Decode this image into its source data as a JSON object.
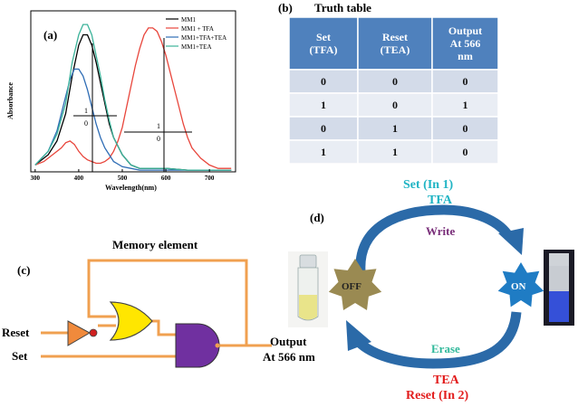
{
  "panels": {
    "a": "(a)",
    "b": "(b)",
    "c": "(c)",
    "d": "(d)"
  },
  "chart_data": {
    "type": "line",
    "xlabel": "Wavelength(nm)",
    "ylabel": "Absorbance",
    "xlim": [
      290,
      760
    ],
    "ylim": [
      0,
      0.47
    ],
    "xticks": [
      300,
      400,
      500,
      600,
      700
    ],
    "xtick_labels": [
      "300",
      "400",
      "500",
      "600",
      "700"
    ],
    "legend_position": "top-right",
    "series": [
      {
        "name": "MM1",
        "color": "#000000",
        "x": [
          300,
          330,
          350,
          370,
          385,
          400,
          410,
          420,
          430,
          440,
          450,
          460,
          470,
          480,
          500,
          520,
          540,
          560,
          600,
          650,
          700,
          750
        ],
        "y": [
          0.02,
          0.05,
          0.09,
          0.17,
          0.28,
          0.37,
          0.4,
          0.4,
          0.37,
          0.32,
          0.26,
          0.2,
          0.14,
          0.1,
          0.05,
          0.02,
          0.01,
          0.01,
          0.01,
          0.005,
          0.005,
          0.005
        ]
      },
      {
        "name": "MM1 + TFA",
        "color": "#e8463c",
        "x": [
          300,
          320,
          340,
          360,
          370,
          380,
          390,
          400,
          410,
          420,
          430,
          440,
          450,
          460,
          470,
          480,
          490,
          500,
          510,
          520,
          530,
          540,
          550,
          560,
          570,
          580,
          590,
          600,
          610,
          620,
          630,
          640,
          650,
          660,
          680,
          700,
          720,
          750
        ],
        "y": [
          0.02,
          0.03,
          0.05,
          0.07,
          0.085,
          0.09,
          0.08,
          0.06,
          0.045,
          0.035,
          0.03,
          0.025,
          0.025,
          0.03,
          0.04,
          0.06,
          0.09,
          0.13,
          0.19,
          0.25,
          0.31,
          0.36,
          0.4,
          0.42,
          0.42,
          0.41,
          0.38,
          0.34,
          0.29,
          0.24,
          0.19,
          0.14,
          0.1,
          0.07,
          0.04,
          0.02,
          0.01,
          0.01
        ]
      },
      {
        "name": "MM1+TFA+TEA",
        "color": "#2f6db5",
        "x": [
          300,
          330,
          350,
          370,
          380,
          390,
          400,
          410,
          420,
          430,
          440,
          450,
          460,
          470,
          480,
          500,
          520,
          540,
          560,
          600,
          650,
          700,
          750
        ],
        "y": [
          0.02,
          0.06,
          0.12,
          0.22,
          0.27,
          0.3,
          0.3,
          0.28,
          0.24,
          0.19,
          0.14,
          0.1,
          0.07,
          0.05,
          0.03,
          0.015,
          0.01,
          0.005,
          0.005,
          0.005,
          0.005,
          0.005,
          0.005
        ]
      },
      {
        "name": "MM1+TEA",
        "color": "#3cb39a",
        "x": [
          300,
          330,
          350,
          370,
          385,
          400,
          410,
          420,
          430,
          440,
          450,
          460,
          470,
          480,
          500,
          520,
          540,
          560,
          600,
          650,
          700,
          750
        ],
        "y": [
          0.02,
          0.06,
          0.11,
          0.2,
          0.32,
          0.4,
          0.43,
          0.43,
          0.4,
          0.34,
          0.28,
          0.21,
          0.15,
          0.1,
          0.05,
          0.02,
          0.01,
          0.01,
          0.01,
          0.005,
          0.005,
          0.005
        ]
      }
    ],
    "annotations": {
      "left_one": "1",
      "left_zero": "0",
      "right_one": "1",
      "right_zero": "0"
    }
  },
  "truth_table": {
    "title": "Truth table",
    "header": [
      "Set\n(TFA)",
      "Reset\n(TEA)",
      "Output\nAt 566\nnm"
    ],
    "header_lines": [
      [
        "Set",
        "(TFA)"
      ],
      [
        "Reset",
        "(TEA)"
      ],
      [
        "Output",
        "At 566",
        "nm"
      ]
    ],
    "rows": [
      [
        "0",
        "0",
        "0"
      ],
      [
        "1",
        "0",
        "1"
      ],
      [
        "0",
        "1",
        "0"
      ],
      [
        "1",
        "1",
        "0"
      ]
    ],
    "colors": {
      "header": "#4f81bd",
      "row_dark": "#d3dbe9",
      "row_light": "#e9edf4"
    }
  },
  "circuit": {
    "memory_label": "Memory element",
    "reset_label": "Reset",
    "set_label": "Set",
    "output_label_1": "Output",
    "output_label_2": "At 566 nm",
    "colors": {
      "wire": "#f0a050",
      "not_gate": "#f08a3c",
      "or_gate": "#ffe600",
      "and_gate": "#7030a0"
    }
  },
  "cycle": {
    "set_label": "Set (In 1)",
    "tfa_label": "TFA",
    "write_label": "Write",
    "erase_label": "Erase",
    "tea_label": "TEA",
    "reset_label": "Reset (In 2)",
    "off_label": "OFF",
    "on_label": "ON",
    "colors": {
      "cyan": "#20b4c4",
      "purple": "#7a2f7a",
      "teal": "#2fb89a",
      "red": "#e21c1c",
      "off_star": "#9a8a52",
      "on_star": "#1f7cc4",
      "arrow": "#2b6aa8"
    }
  }
}
